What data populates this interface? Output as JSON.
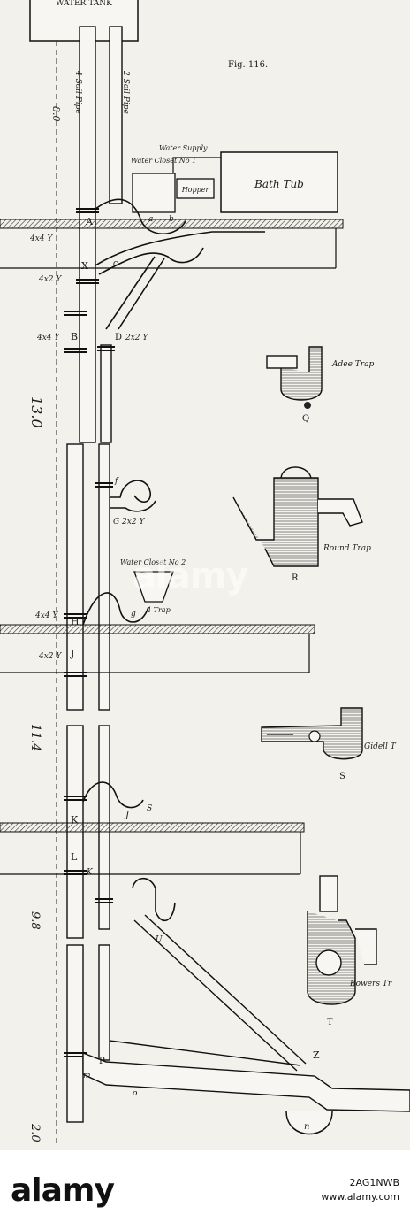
{
  "figure": {
    "fig_label": "Fig. 116.",
    "tank_label": "WATER TANK",
    "pipes": {
      "soil_pipe": "4 Soil Pipe",
      "soil_pipe_size": "8.0",
      "vent_pipe": "2 Soil Pipe",
      "floor_1": "13.0",
      "floor_2": "11.4",
      "floor_3": "9.8",
      "floor_4": "2.0"
    },
    "fixtures": {
      "water_supply": "Water Supply",
      "water_closet_1": "Water Closet No 1",
      "hopper": "Hopper",
      "bath_tub": "Bath Tub",
      "water_closet_2": "Water Closet No 2",
      "trap_4": "4 Trap"
    },
    "fittings": {
      "a_upper": "A",
      "x_upper": "X",
      "b_upper": "B",
      "d_upper": "D",
      "a_small": "a",
      "b_small": "b",
      "c_small": "c",
      "b_size": "4x4 Y",
      "x_size": "4x2 Y",
      "d_size": "2x2 Y",
      "a_size": "4x4 Y",
      "f_small": "f",
      "g_size": "G 2x2 Y",
      "h_label": "H",
      "j_label": "J",
      "h_size": "4x4 Y",
      "j_size": "4x2 Y",
      "g_small": "g",
      "k_label": "K",
      "l_label": "L",
      "k_small": "K",
      "j_small": "J",
      "s_small": "S",
      "u_small": "U",
      "p_label": "P",
      "o_small": "o",
      "m_small": "m",
      "z_label": "Z",
      "n_small": "n"
    },
    "traps": {
      "adee": "Adee Trap",
      "adee_letter": "Q",
      "round": "Round Trap",
      "round_letter": "R",
      "gidell": "Gidell T",
      "gidell_letter": "S",
      "bowers": "Bowers Tr",
      "bowers_letter": "T"
    },
    "watermark": "alamy"
  },
  "banner": {
    "logo": "alamy",
    "stock_id": "2AG1NWB",
    "site": "www.alamy.com"
  }
}
